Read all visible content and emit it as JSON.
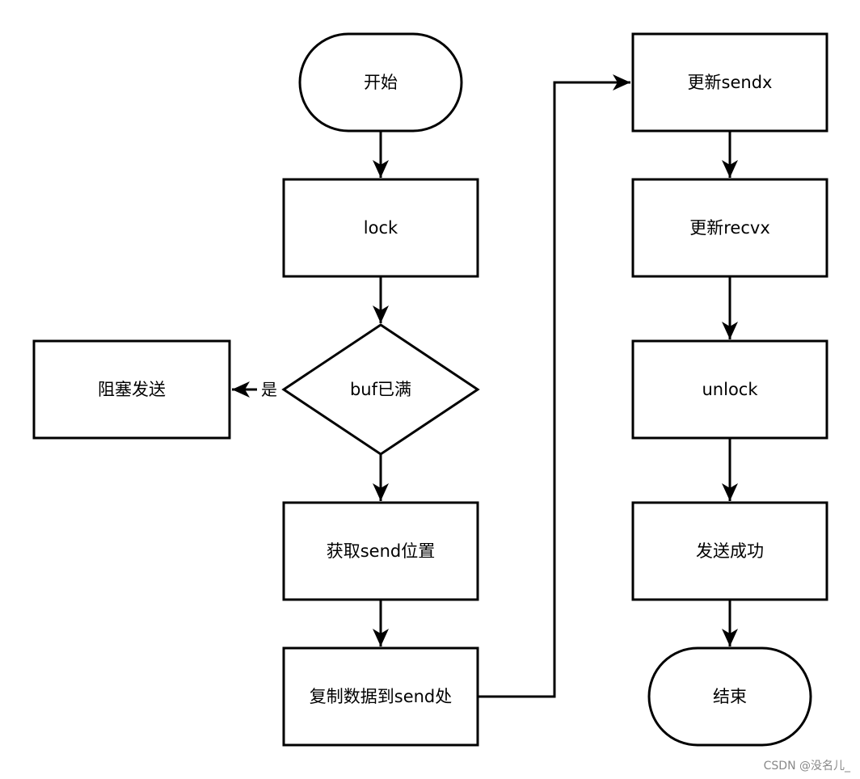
{
  "diagram": {
    "nodes": {
      "start": "开始",
      "lock": "lock",
      "buf_full": "buf已满",
      "block_send": "阻塞发送",
      "get_send_pos": "获取send位置",
      "copy_data": "复制数据到send处",
      "update_sendx": "更新sendx",
      "update_recvx": "更新recvx",
      "unlock": "unlock",
      "send_success": "发送成功",
      "end": "结束"
    },
    "edges": {
      "yes_label": "是"
    }
  },
  "watermark": "CSDN @没名儿_"
}
